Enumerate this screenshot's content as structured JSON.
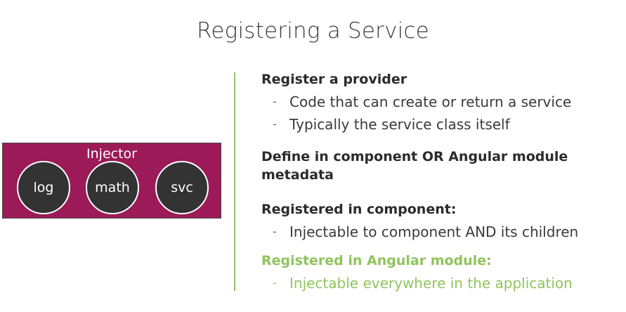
{
  "slide": {
    "title": "Registering a Service"
  },
  "injector": {
    "label": "Injector",
    "services": [
      "log",
      "math",
      "svc"
    ]
  },
  "content": {
    "sections": [
      {
        "heading": "Register a provider",
        "bullets": [
          "Code that can create or return a service",
          "Typically the service class itself"
        ]
      },
      {
        "heading": "Define in component OR Angular module metadata",
        "bullets": []
      },
      {
        "heading": "Registered in component:",
        "bullets": [
          "Injectable to component AND its children"
        ]
      },
      {
        "heading": "Registered in Angular module:",
        "bullets": [
          "Injectable everywhere in the application"
        ]
      }
    ],
    "bullet_marker": "-"
  },
  "colors": {
    "injector_fill": "#9b1a57",
    "circle_fill": "#333333",
    "accent_green": "#8fc45c",
    "text": "#2b2b2b"
  }
}
